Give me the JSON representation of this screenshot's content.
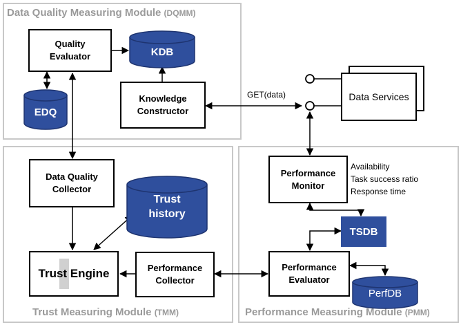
{
  "modules": {
    "dqmm": {
      "title": "Data Quality Measuring Module",
      "abbr": "(DQMM)"
    },
    "tmm": {
      "title": "Trust Measuring Module",
      "abbr": "(TMM)"
    },
    "pmm": {
      "title": "Performance Measuring Module",
      "abbr": "(PMM)"
    }
  },
  "components": {
    "quality_evaluator": "Quality\nEvaluator",
    "knowledge_constructor": "Knowledge\nConstructor",
    "data_services": "Data Services",
    "data_quality_collector": "Data Quality\nCollector",
    "trust_engine": "Trust Engine",
    "performance_collector": "Performance\nCollector",
    "performance_monitor": "Performance\nMonitor",
    "performance_evaluator": "Performance\nEvaluator"
  },
  "databases": {
    "kdb": "KDB",
    "edq": "EDQ",
    "trust_history": "Trust\nhistory",
    "tsdb": "TSDB",
    "perfdb": "PerfDB"
  },
  "labels": {
    "get_data": "GET(data)",
    "metrics": [
      "Availability",
      "Task success ratio",
      "Response time"
    ]
  },
  "colors": {
    "database_fill": "#2f4f9d",
    "module_border": "#c8c8c8",
    "module_title": "#9a9a9a"
  }
}
